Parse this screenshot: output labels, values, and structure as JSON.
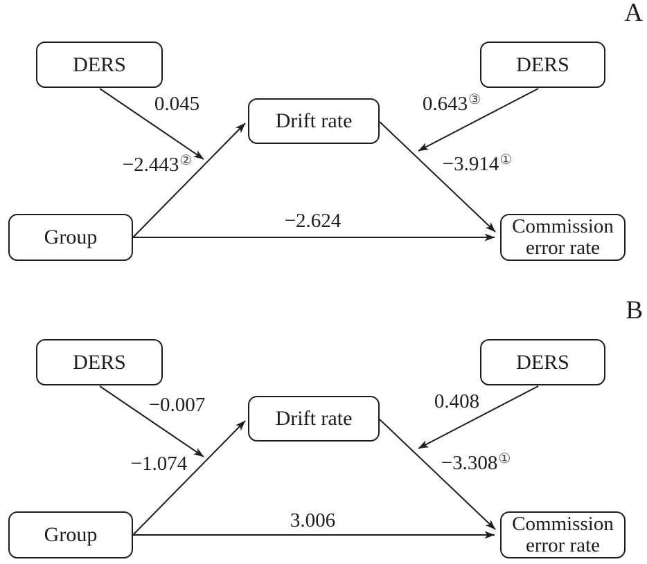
{
  "figure": {
    "type": "moderated-mediation-path-diagram",
    "background": "#ffffff",
    "ink_color": "#1d1d1d",
    "superscript_color": "#4a4a4a",
    "panels": [
      {
        "label": "A",
        "nodes": {
          "ders_left": "DERS",
          "ders_right": "DERS",
          "mediator": "Drift rate",
          "predictor": "Group",
          "outcome_line1": "Commission",
          "outcome_line2": "error rate"
        },
        "edges": {
          "a_path": {
            "from": "Group",
            "to": "Drift rate",
            "value": "−2.443",
            "sup": "②"
          },
          "b_path": {
            "from": "Drift rate",
            "to": "Commission error rate",
            "value": "−3.914",
            "sup": "①"
          },
          "direct": {
            "from": "Group",
            "to": "Commission error rate",
            "value": "−2.624",
            "sup": ""
          },
          "ders_to_a": {
            "from": "DERS",
            "to": "Group→Drift rate path",
            "value": "0.045",
            "sup": ""
          },
          "ders_to_b": {
            "from": "DERS",
            "to": "Drift rate→Commission error rate path",
            "value": "0.643",
            "sup": "③"
          }
        }
      },
      {
        "label": "B",
        "nodes": {
          "ders_left": "DERS",
          "ders_right": "DERS",
          "mediator": "Drift rate",
          "predictor": "Group",
          "outcome_line1": "Commission",
          "outcome_line2": "error rate"
        },
        "edges": {
          "a_path": {
            "from": "Group",
            "to": "Drift rate",
            "value": "−1.074",
            "sup": ""
          },
          "b_path": {
            "from": "Drift rate",
            "to": "Commission error rate",
            "value": "−3.308",
            "sup": "①"
          },
          "direct": {
            "from": "Group",
            "to": "Commission error rate",
            "value": "3.006",
            "sup": ""
          },
          "ders_to_a": {
            "from": "DERS",
            "to": "Group→Drift rate path",
            "value": "−0.007",
            "sup": ""
          },
          "ders_to_b": {
            "from": "DERS",
            "to": "Drift rate→Commission error rate path",
            "value": "0.408",
            "sup": ""
          }
        }
      }
    ]
  }
}
